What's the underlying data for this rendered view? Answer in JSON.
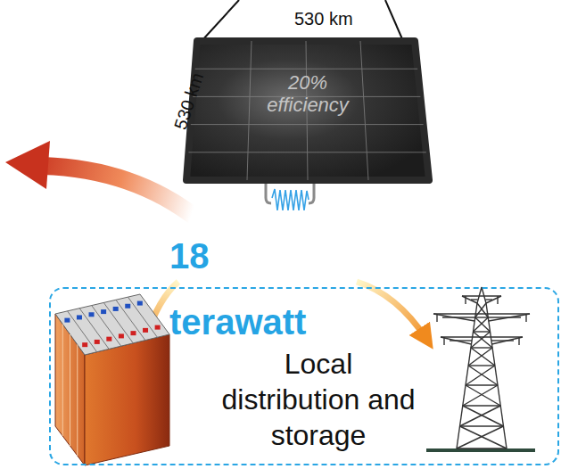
{
  "diagram": {
    "nodes": [
      {
        "text": [
          "20% efficiency"
        ]
      },
      {
        "text": [
          "Local distribution and storage"
        ]
      }
    ],
    "labels": [
      "530 km",
      "530 km",
      "18 terawatt"
    ]
  }
}
